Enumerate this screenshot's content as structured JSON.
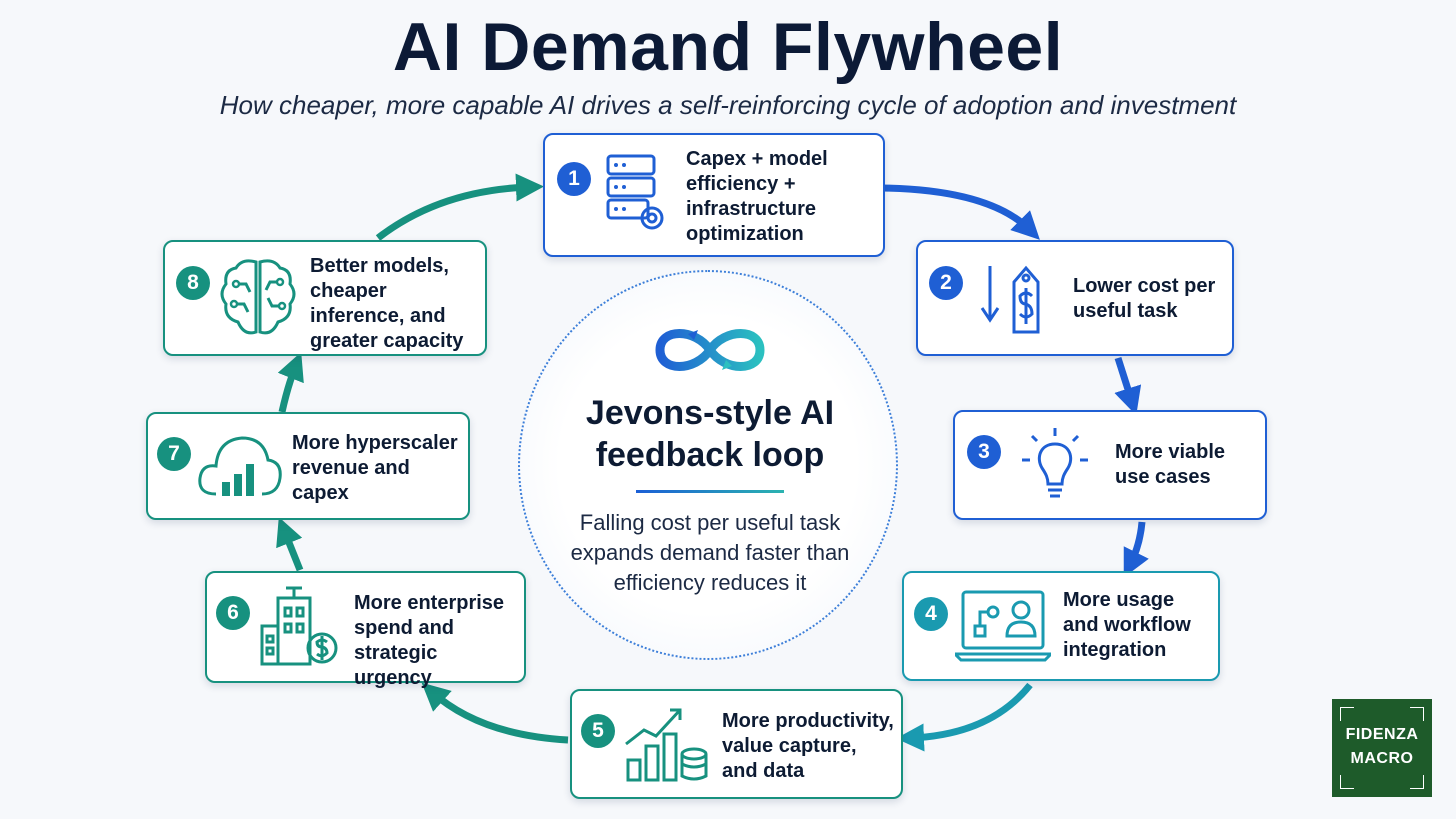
{
  "title": "AI Demand Flywheel",
  "subtitle": "How cheaper, more capable AI drives a self-reinforcing cycle of adoption and investment",
  "center": {
    "icon": "infinity-loop-icon",
    "title": "Jevons-style AI feedback loop",
    "text": "Falling cost per useful task expands demand faster than efficiency reduces it"
  },
  "steps": [
    {
      "number": "1",
      "icon": "server-gear-icon",
      "text": "Capex + model efficiency + infrastructure optimization"
    },
    {
      "number": "2",
      "icon": "price-tag-down-icon",
      "text": "Lower cost per useful task"
    },
    {
      "number": "3",
      "icon": "lightbulb-icon",
      "text": "More viable use cases"
    },
    {
      "number": "4",
      "icon": "laptop-user-workflow-icon",
      "text": "More usage and workflow integration"
    },
    {
      "number": "5",
      "icon": "growth-chart-data-icon",
      "text": "More productivity, value capture, and data"
    },
    {
      "number": "6",
      "icon": "building-dollar-icon",
      "text": "More enterprise spend and strategic urgency"
    },
    {
      "number": "7",
      "icon": "cloud-chart-icon",
      "text": "More hyperscaler revenue and capex"
    },
    {
      "number": "8",
      "icon": "brain-circuit-icon",
      "text": "Better models, cheaper inference, and greater capacity"
    }
  ],
  "logo": {
    "line1": "FIDENZA",
    "line2": "MACRO"
  },
  "colors": {
    "blue": "#1f5fd4",
    "teal": "#17917f",
    "cyan": "#1a9ab0",
    "title": "#0c1a36"
  }
}
